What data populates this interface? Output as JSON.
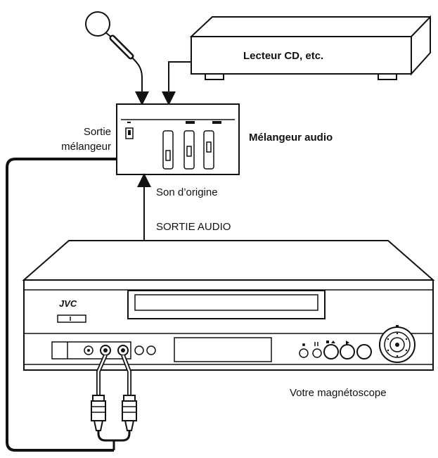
{
  "labels": {
    "cd_player": "Lecteur CD, etc.",
    "mixer": "Mélangeur audio",
    "mixer_output_line1": "Sortie",
    "mixer_output_line2": "mélangeur",
    "original_sound": "Son d’origine",
    "audio_out": "SORTIE AUDIO",
    "vcr": "Votre magnétoscope",
    "brand": "JVC"
  },
  "colors": {
    "line": "#111111",
    "background": "#ffffff"
  }
}
